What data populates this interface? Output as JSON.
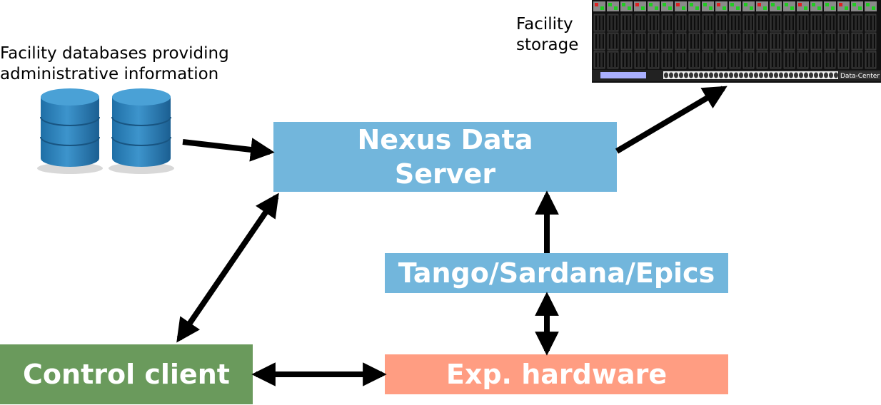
{
  "labels": {
    "facility_databases": "Facility databases providing\nadministrative information",
    "facility_storage": "Facility\nstorage"
  },
  "boxes": {
    "nexus_data_server": "Nexus Data\nServer",
    "tango_sardana_epics": "Tango/Sardana/Epics",
    "exp_hardware": "Exp. hardware",
    "control_client": "Control client"
  },
  "rack": {
    "badge": "Data-Center"
  },
  "colors": {
    "server_blue": "#72b6dc",
    "hardware_salmon": "#ff9d82",
    "client_green": "#6a9a5c",
    "database_blue": "#2f7fb6"
  },
  "icons": [
    "database-icon",
    "server-rack-icon"
  ]
}
